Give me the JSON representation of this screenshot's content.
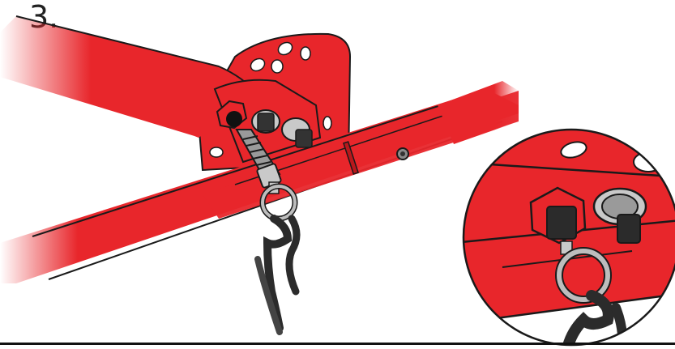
{
  "step_number": "3.",
  "colors": {
    "frame_red": "#e8262b",
    "frame_red_dark": "#b8181c",
    "outline": "#1a1a1a",
    "metal_light": "#c9c9c9",
    "metal_dark": "#7a7a7a",
    "bolt_black": "#222222",
    "strap_black": "#2b2b2b"
  },
  "icons": {
    "main": "frame-bracket-with-pin-illustration",
    "detail": "zoomed-bolt-detail-circle"
  }
}
